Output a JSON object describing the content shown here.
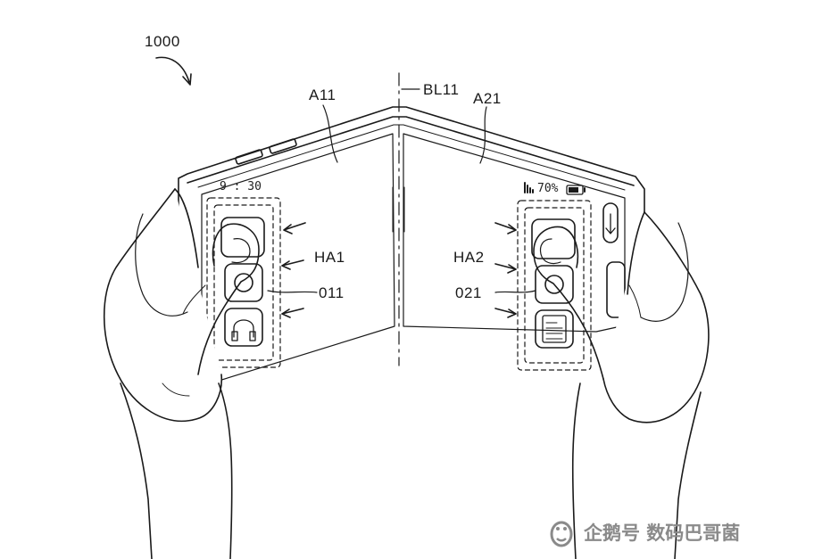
{
  "figure": {
    "reference_numeral": "1000",
    "labels": {
      "a11": "A11",
      "bl11": "BL11",
      "a21": "A21",
      "ha1": "HA1",
      "ha2": "HA2",
      "o11": "011",
      "o21": "021"
    },
    "status_bar": {
      "time": "9 : 30",
      "battery_percent": "70%"
    }
  },
  "watermark": {
    "text": "企鹅号 数码巴哥菌",
    "color": "#8a8a8a"
  },
  "colors": {
    "line": "#1a1a1a",
    "background": "#ffffff"
  }
}
